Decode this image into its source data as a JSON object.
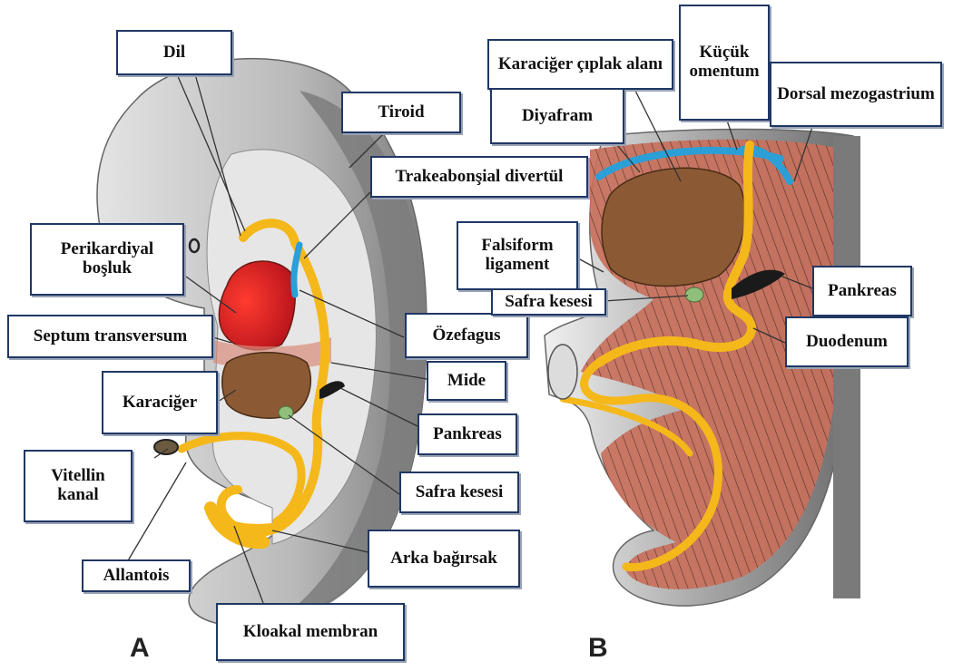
{
  "panels": {
    "a": "A",
    "b": "B"
  },
  "labels": {
    "dil": "Dil",
    "tiroid": "Tiroid",
    "trakea": "Trakeabonşial divertül",
    "perikardiyal": "Perikardiyal\nboşluk",
    "septum": "Septum transversum",
    "ozefagus": "Özefagus",
    "mide": "Mide",
    "karaciger_a": "Karaciğer",
    "pankreas_a": "Pankreas",
    "vitellin": "Vitellin\nkanal",
    "safra_a": "Safra kesesi",
    "arka": "Arka bağırsak",
    "allantois": "Allantois",
    "kloakal": "Kloakal membran",
    "karaciger_ciplak": "Karaciğer çıplak alanı",
    "kucuk_omentum": "Küçük\nomentum",
    "dorsal": "Dorsal mezogastrium",
    "diyafram": "Diyafram",
    "falsiform": "Falsiform\nligament",
    "safra_b": "Safra kesesi",
    "pankreas_b": "Pankreas",
    "duodenum": "Duodenum"
  },
  "colors": {
    "embryo_light": "#d6d6d6",
    "embryo_dark": "#8c8c8c",
    "gut": "#f5b81a",
    "liver": "#8b5a34",
    "heart": "#e8221f",
    "mesentery": "#c8705c",
    "diaphragm": "#2b9fd6",
    "label_border": "#1f3864"
  }
}
